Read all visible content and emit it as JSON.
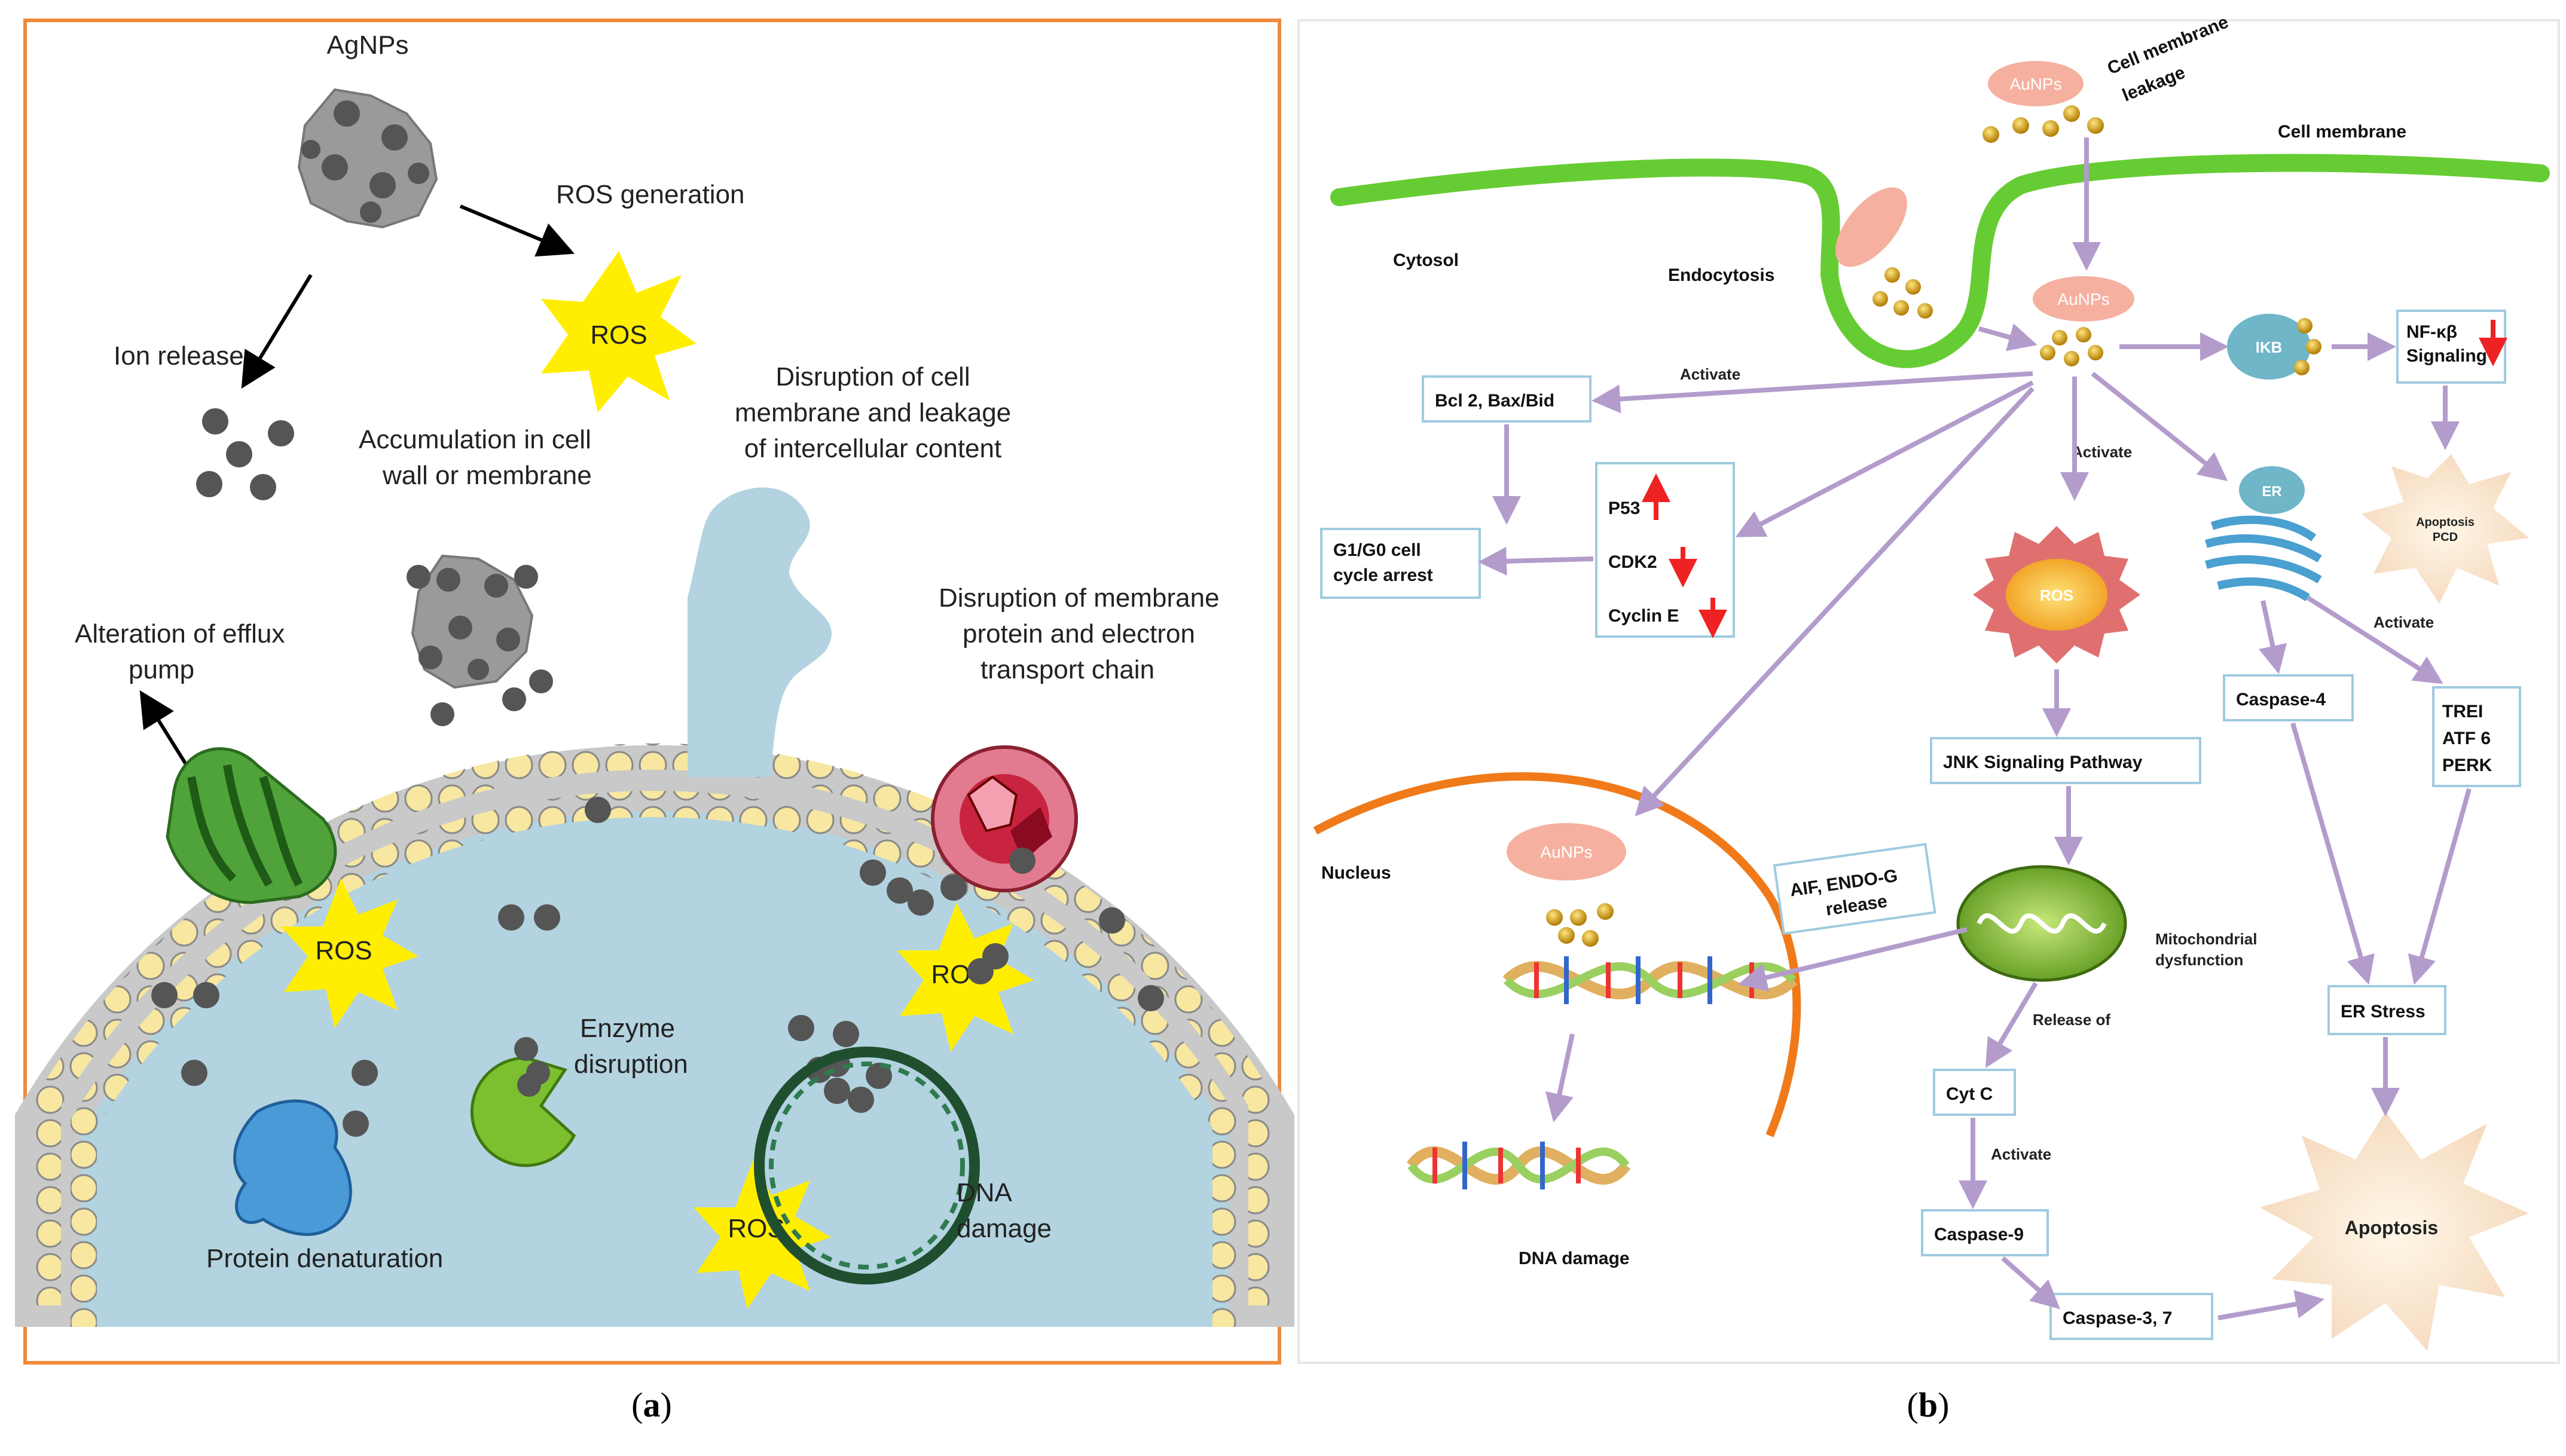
{
  "panel_a": {
    "agnps": "AgNPs",
    "ros_generation": "ROS generation",
    "ion_release": "Ion release",
    "ros": "ROS",
    "accumulation": [
      "Accumulation in cell",
      "wall or membrane"
    ],
    "disruption_membrane_leakage": [
      "Disruption of cell",
      "membrane and leakage",
      "of intercellular content"
    ],
    "alteration_efflux": [
      "Alteration of efflux",
      "pump"
    ],
    "disruption_membrane_protein": [
      "Disruption of membrane",
      "protein and electron",
      "transport chain"
    ],
    "enzyme_disruption": [
      "Enzyme",
      "disruption"
    ],
    "protein_denaturation": "Protein denaturation",
    "dna_damage": [
      "DNA",
      "damage"
    ],
    "caption": "(a)"
  },
  "panel_b": {
    "aunps": "AuNPs",
    "cell_membrane_leakage": [
      "Cell membrane",
      "leakage"
    ],
    "cell_membrane": "Cell membrane",
    "cytosol": "Cytosol",
    "endocytosis": "Endocytosis",
    "ikb": "IKB",
    "nfkb": [
      "NF-κβ",
      "Signaling"
    ],
    "activate": "Activate",
    "bcl2": "Bcl 2, Bax/Bid",
    "g1g0": [
      "G1/G0 cell",
      "cycle arrest"
    ],
    "p53": "P53",
    "cdk2": "CDK2",
    "cyclin_e": "Cyclin E",
    "ros": "ROS",
    "er": "ER",
    "apoptosis_pcd": [
      "Apoptosis",
      "PCD"
    ],
    "caspase4": "Caspase-4",
    "trei": [
      "TREI",
      "ATF 6",
      "PERK"
    ],
    "jnk": "JNK Signaling Pathway",
    "nucleus": "Nucleus",
    "aif": [
      "AIF, ENDO-G",
      "release"
    ],
    "mito": [
      "Mitochondrial",
      "dysfunction"
    ],
    "release_of": "Release of",
    "cytc": "Cyt C",
    "caspase9": "Caspase-9",
    "caspase37": "Caspase-3, 7",
    "er_stress": "ER Stress",
    "apoptosis": "Apoptosis",
    "dna_damage": "DNA damage",
    "caption": "(b)"
  },
  "colors": {
    "panel_a_frame": "#f08a3a",
    "cytoplasm": "#b3d3e0",
    "membrane_head": "#f7e7a0",
    "nanoparticle": "#555555",
    "ros_star": "#ffee00",
    "arrow_purple": "#b39ccc",
    "membrane_green": "#66cc33",
    "nucleus_orange": "#f07a1a",
    "down_arrow_red": "#ee2222",
    "box_border": "#9fcbe0"
  }
}
